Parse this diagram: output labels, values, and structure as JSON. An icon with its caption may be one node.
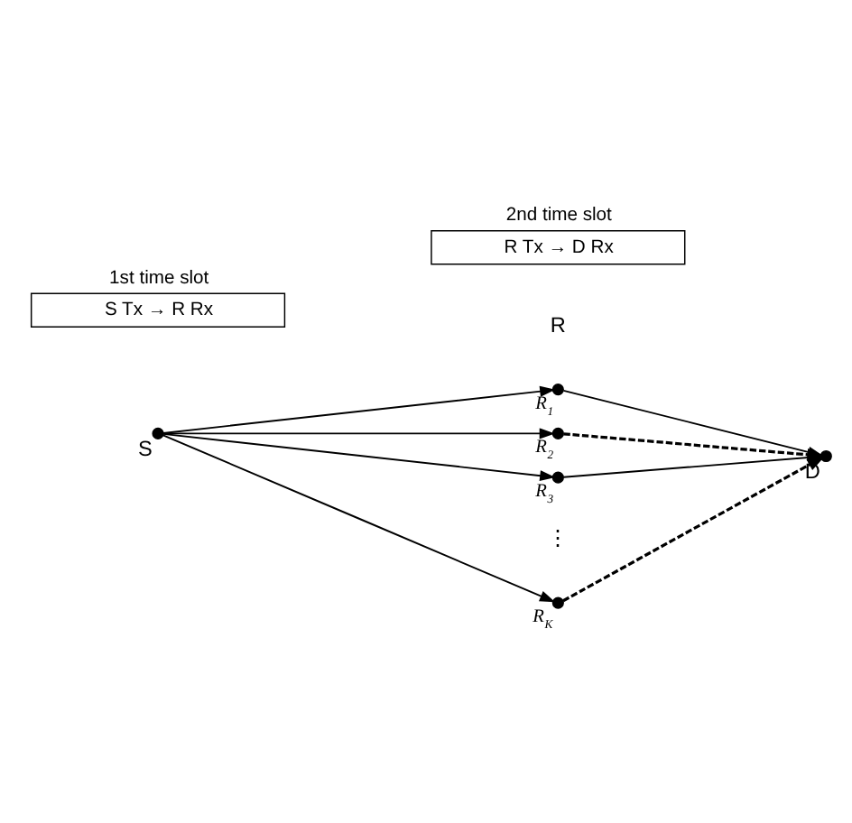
{
  "diagram": {
    "nodes": [
      {
        "text": [
          "1st time slot",
          "S Tx → R Rx"
        ]
      },
      {
        "text": [
          "2nd time slot",
          "R Tx → D Rx"
        ]
      },
      {
        "text": [],
        "shape": "circle",
        "beside": [
          "S"
        ]
      },
      {
        "text": [],
        "shape": "circle",
        "beside": [
          "R$_{1}$"
        ]
      },
      {
        "text": [],
        "shape": "circle",
        "beside": [
          "R$_{2}$"
        ]
      },
      {
        "text": [],
        "shape": "circle",
        "beside": [
          "R$_{3}$"
        ]
      },
      {
        "text": [],
        "shape": "circle",
        "beside": [
          "R$_{K}$"
        ]
      },
      {
        "text": [],
        "shape": "circle",
        "beside": [
          "D"
        ]
      }
    ],
    "edges": [
      {
        "from": 2,
        "to": 3,
        "arrow": "to"
      },
      {
        "from": 2,
        "to": 4,
        "arrow": "to"
      },
      {
        "from": 2,
        "to": 5,
        "arrow": "to"
      },
      {
        "from": 2,
        "to": 6,
        "arrow": "to"
      },
      {
        "from": 3,
        "to": 7,
        "arrow": "to"
      },
      {
        "from": 4,
        "to": 7,
        "arrow": "to",
        "style": "dashed"
      },
      {
        "from": 5,
        "to": 7,
        "arrow": "to"
      },
      {
        "from": 6,
        "to": 7,
        "arrow": "to",
        "style": "dashed"
      }
    ],
    "labels": [
      "R",
      "⋮"
    ]
  }
}
